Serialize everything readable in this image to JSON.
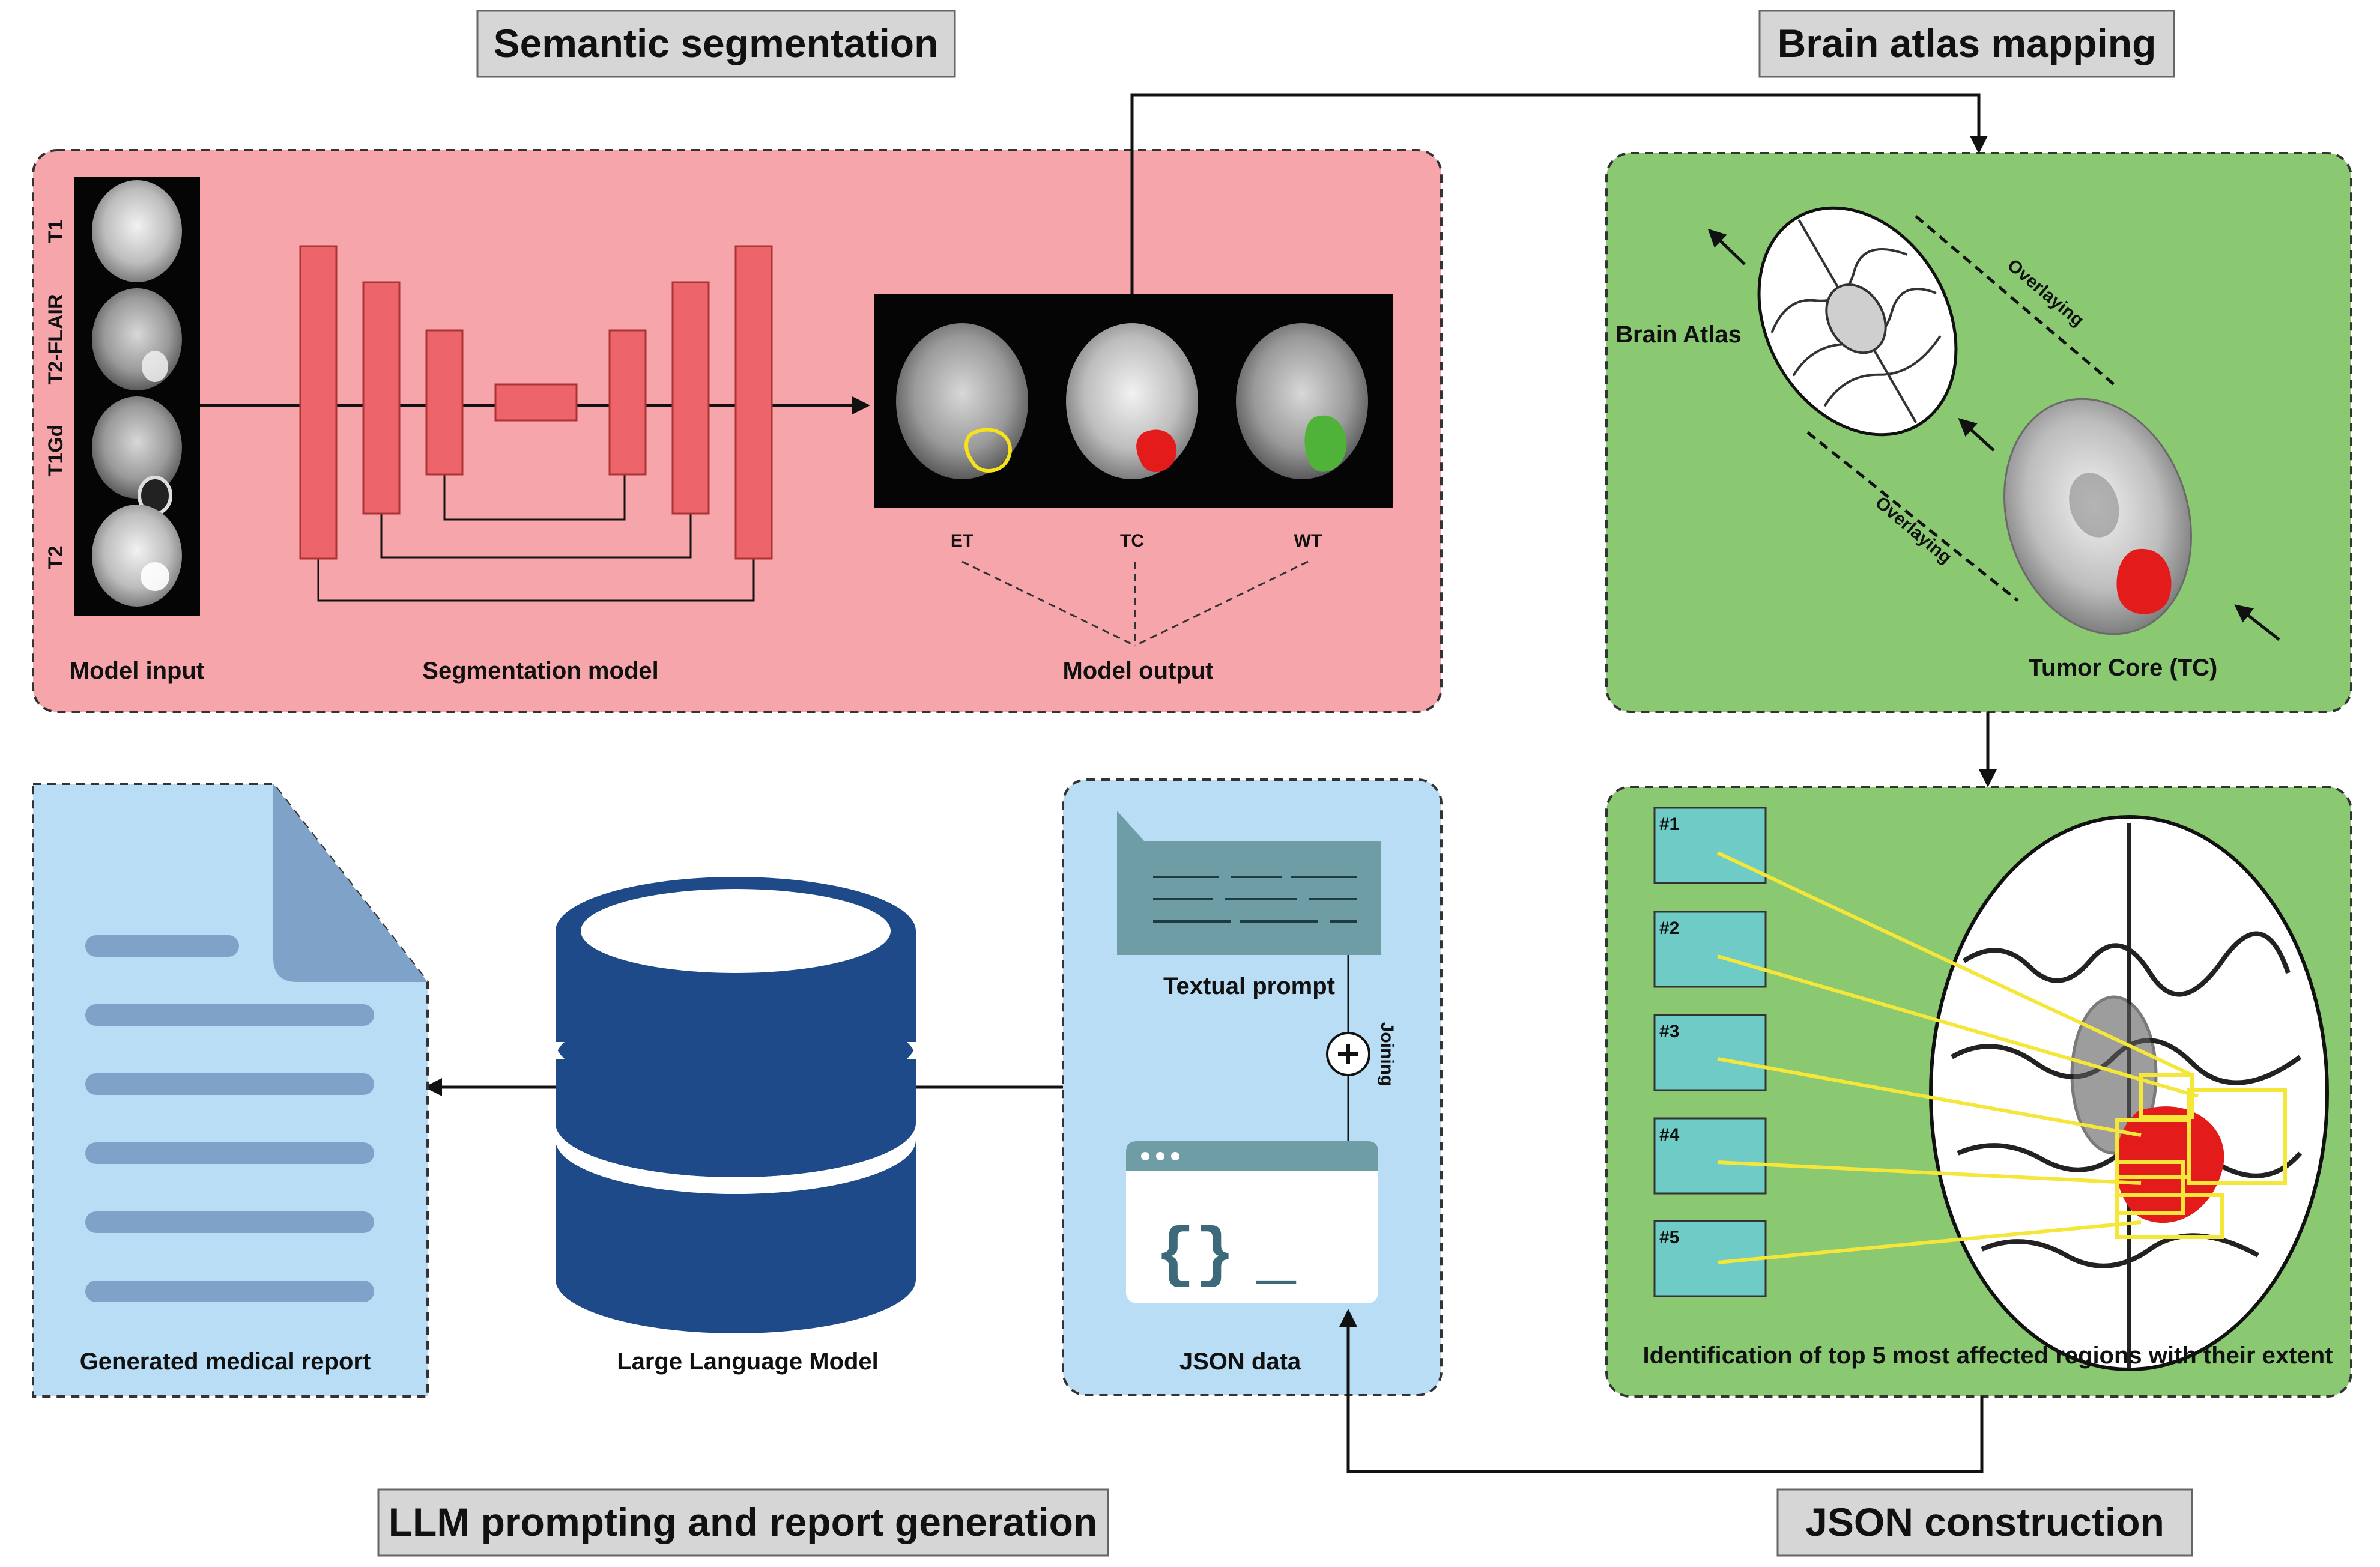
{
  "titles": {
    "semantic_segmentation": "Semantic segmentation",
    "brain_atlas_mapping": "Brain atlas mapping",
    "llm_prompting": "LLM prompting and report generation",
    "json_construction": "JSON construction"
  },
  "segmentation": {
    "modalities": [
      "T1",
      "T2-FLAIR",
      "T1Gd",
      "T2"
    ],
    "model_input_label": "Model input",
    "segmentation_model_label": "Segmentation model",
    "model_output_label": "Model output",
    "outputs": [
      "ET",
      "TC",
      "WT"
    ]
  },
  "atlas": {
    "brain_atlas_label": "Brain Atlas",
    "overlaying_label": "Overlaying",
    "tumor_core_label": "Tumor Core (TC)"
  },
  "json_construction": {
    "regions": [
      "#1",
      "#2",
      "#3",
      "#4",
      "#5"
    ],
    "caption": "Identification of top 5 most affected regions with their extent"
  },
  "llm": {
    "report_label": "Generated medical report",
    "llm_label": "Large Language Model",
    "textual_prompt_label": "Textual prompt",
    "joining_label": "Joining",
    "json_data_label": "JSON data",
    "json_glyph": "{}",
    "json_cursor": "_"
  },
  "colors": {
    "segmentation_panel": "#f6a6ab",
    "atlas_panel": "#8ac872",
    "llm_panel": "#b9ddf4",
    "unet_block": "#ee646b",
    "database": "#1f4a8a",
    "region_box": "#6ecbc6",
    "tumor_red": "#e31b1b",
    "region_line": "#f5e63a"
  }
}
